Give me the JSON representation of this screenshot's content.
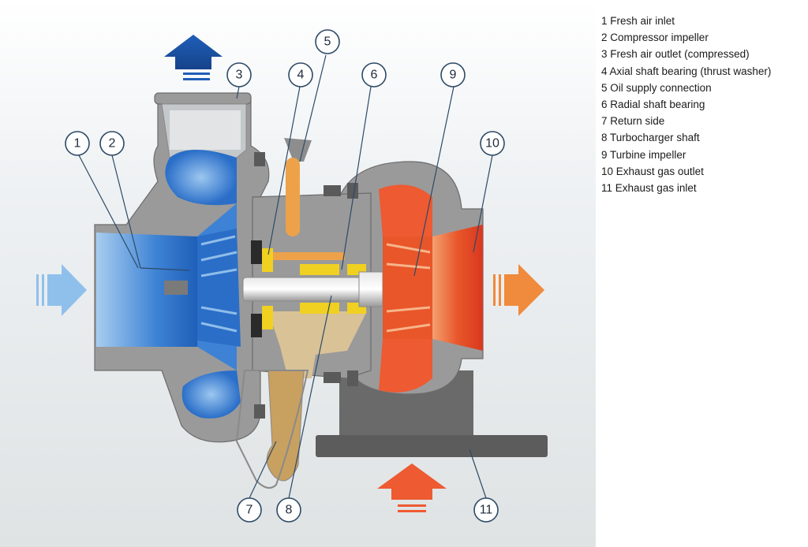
{
  "legend": [
    {
      "num": "1",
      "text": "Fresh air inlet"
    },
    {
      "num": "2",
      "text": "Compressor impeller"
    },
    {
      "num": "3",
      "text": "Fresh air outlet (compressed)"
    },
    {
      "num": "4",
      "text": "Axial shaft bearing (thrust washer)"
    },
    {
      "num": "5",
      "text": "Oil supply connection"
    },
    {
      "num": "6",
      "text": "Radial shaft bearing"
    },
    {
      "num": "7",
      "text": "Return side"
    },
    {
      "num": "8",
      "text": "Turbocharger shaft"
    },
    {
      "num": "9",
      "text": "Turbine impeller"
    },
    {
      "num": "10",
      "text": "Exhaust gas outlet"
    },
    {
      "num": "11",
      "text": "Exhaust gas inlet"
    }
  ],
  "callouts": [
    "1",
    "2",
    "3",
    "4",
    "5",
    "6",
    "7",
    "8",
    "9",
    "10",
    "11"
  ],
  "colors": {
    "fresh_air": "#2f6fc4",
    "fresh_air_light": "#7fb3e6",
    "exhaust": "#e8562a",
    "exhaust_light": "#f08a3c",
    "oil": "#e8a020",
    "oil_dark": "#c8a060",
    "housing": "#9a9a9a",
    "callout_stroke": "#2d4a66"
  }
}
